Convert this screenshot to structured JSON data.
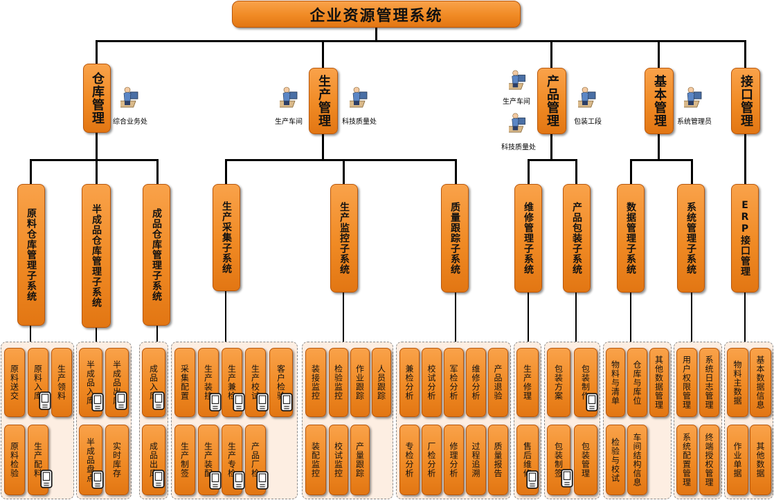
{
  "title": "企业资源管理系统",
  "modules": [
    {
      "label": "仓库管理"
    },
    {
      "label": "生产管理"
    },
    {
      "label": "产品管理"
    },
    {
      "label": "基本管理"
    },
    {
      "label": "接口管理"
    }
  ],
  "actors": [
    "综合业务处",
    "生产车间",
    "科技质量处",
    "生产车间",
    "科技质量处",
    "包装工段",
    "系统管理员"
  ],
  "subsystems": [
    "原料仓库管理子系统",
    "半成品仓库管理子系统",
    "成品仓库管理子系统",
    "生产采集子系统",
    "生产监控子系统",
    "质量跟踪子系统",
    "维修管理子系统",
    "产品包装子系统",
    "数据管理子系统",
    "系统管理子系统",
    "ERP接口管理"
  ],
  "leaves": [
    "原料送交",
    "原料入库",
    "生产领料",
    "原料检验",
    "生产配料",
    "半成品入库",
    "半成品出库",
    "半成品盘点",
    "实时库存",
    "成品入库",
    "成品出库",
    "采集配置",
    "生产装挂",
    "生产兼检",
    "生产校试",
    "客户检验",
    "生产制签",
    "生产装配",
    "生产专检",
    "产品厂检",
    "装接监控",
    "检验监控",
    "作业跟踪",
    "人员跟踪",
    "装配监控",
    "校试监控",
    "产量跟踪",
    "兼检分析",
    "校试分析",
    "军检分析",
    "维修分析",
    "产品退验",
    "专检分析",
    "厂检分析",
    "修理分析",
    "过程追溯",
    "质量报告",
    "生产修理",
    "售后维修",
    "包装方案",
    "包装制作",
    "包装制签",
    "包装管理",
    "物料与清单",
    "仓库与库位",
    "其他数据管理",
    "检验与校试",
    "车间结构信息",
    "用户权限管理",
    "系统日志管理",
    "系统配置管理",
    "终端授权管理",
    "物料主数据",
    "基本数据信息",
    "作业单据",
    "其他数据"
  ]
}
